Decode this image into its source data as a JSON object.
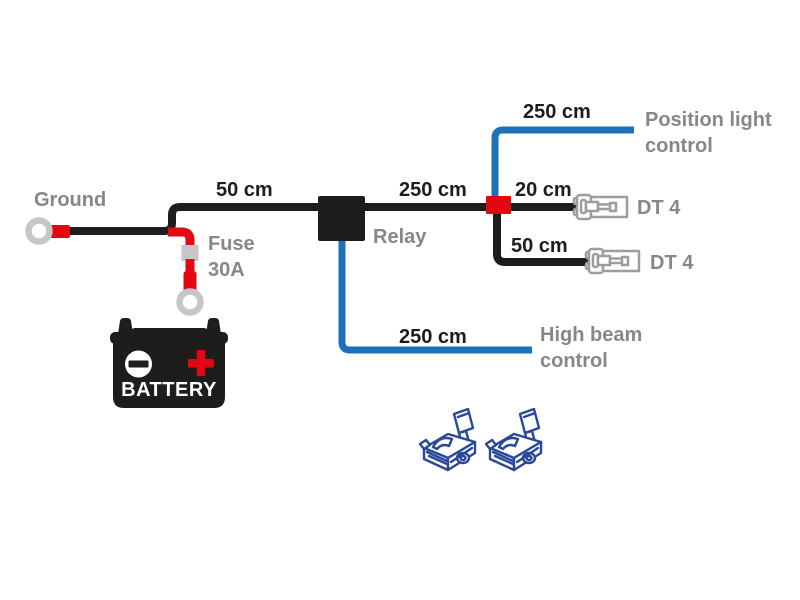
{
  "colors": {
    "background": "#ffffff",
    "wire_black": "#1d1d1b",
    "wire_red": "#e30613",
    "wire_blue": "#1d71b8",
    "connector_blue": "#2a4899",
    "label_gray": "#878787",
    "light_gray": "#c6c6c6",
    "outline_gray": "#9d9d9c"
  },
  "diagram": {
    "ground": {
      "label": "Ground"
    },
    "fuse": {
      "name": "Fuse",
      "rating": "30A"
    },
    "battery": {
      "label": "BATTERY"
    },
    "relay": {
      "label": "Relay"
    },
    "wire_lengths": {
      "ground_to_relay": "50 cm",
      "relay_to_splitter": "250 cm",
      "splitter_to_position_light": "250 cm",
      "splitter_to_dt4_top": "20 cm",
      "splitter_to_dt4_bottom": "50 cm",
      "relay_to_high_beam": "250 cm"
    },
    "connectors": {
      "dt4_top": {
        "label": "DT 4"
      },
      "dt4_bottom": {
        "label": "DT 4"
      }
    },
    "controls": {
      "position_light": {
        "line1": "Position light",
        "line2": "control"
      },
      "high_beam": {
        "line1": "High beam",
        "line2": "control"
      }
    }
  }
}
